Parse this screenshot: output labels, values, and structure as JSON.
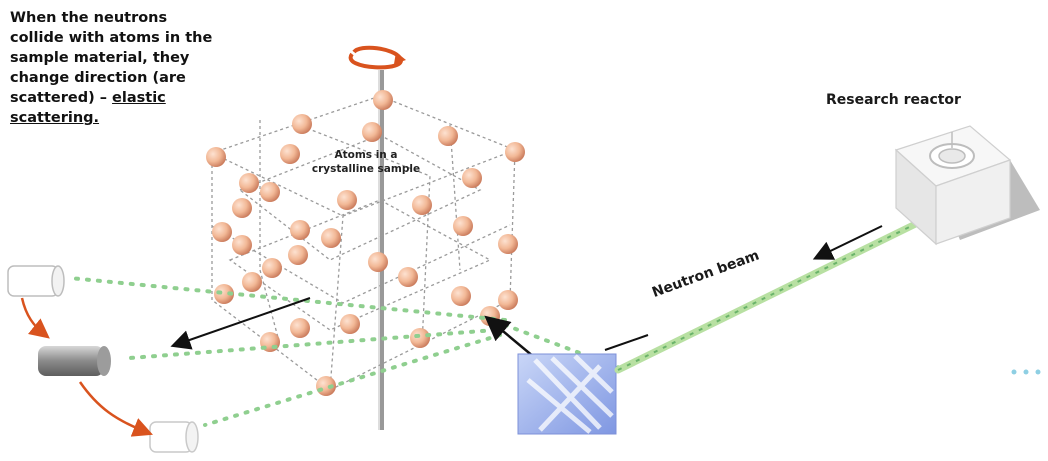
{
  "labels": {
    "caption_line1": "When the neutrons",
    "caption_line2": "collide with atoms in the",
    "caption_line3": "sample material, they",
    "caption_line4": "change direction (are",
    "caption_line5_pre": "scattered) – ",
    "caption_line5_u": "elastic",
    "caption_line6": "scattering.",
    "reactor": "Research reactor",
    "atoms_line1": "Atoms in a",
    "atoms_line2": "crystalline sample",
    "beam": "Neutron beam"
  },
  "colors": {
    "atom": "#f2b896",
    "atom_dark": "#c9795a",
    "beam_green": "#9fd08a",
    "scatter_green": "#8fcf8f",
    "curve_arrow": "#d9531e",
    "crystal_blue": "#8fa6e8",
    "reactor_body": "#f2f2f2"
  },
  "icons": [
    "rotation-arrow-icon",
    "detector-icon",
    "crystal-icon",
    "reactor-icon"
  ]
}
